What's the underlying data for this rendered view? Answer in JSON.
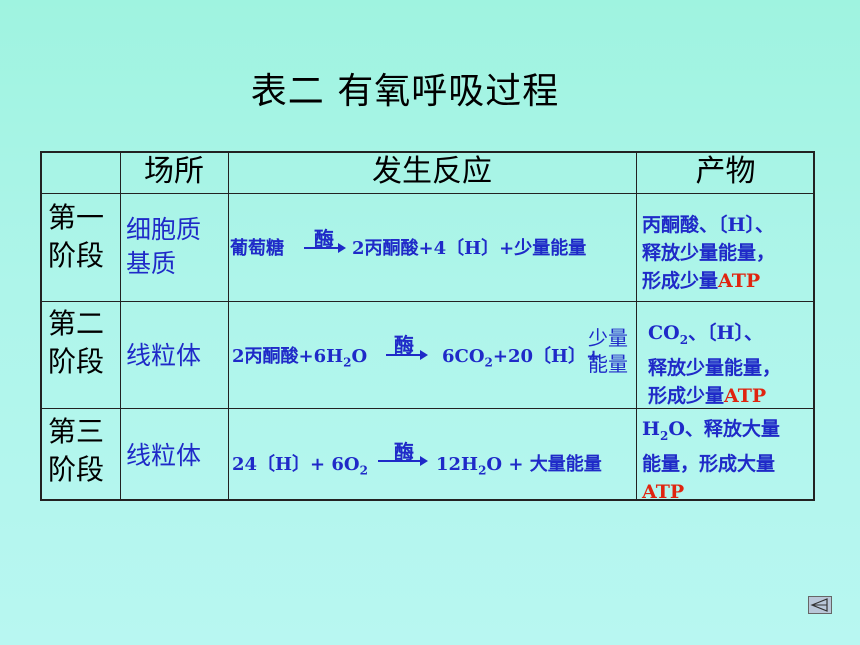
{
  "title": "表二  有氧呼吸过程",
  "headers": {
    "site": "场所",
    "reaction": "发生反应",
    "product": "产物"
  },
  "rows": [
    {
      "stage_line1": "第一",
      "stage_line2": "阶段",
      "site_line1": "细胞质",
      "site_line2": "基质",
      "r_left": "葡萄糖",
      "r_enzyme": "酶",
      "r_right": "2丙酮酸+4〔H〕+少量能量",
      "p_line1": "丙酮酸、〔H〕、",
      "p_line2": "释放少量能量，",
      "p_line3": "形成少量",
      "p_atp": "ATP"
    },
    {
      "stage_line1": "第二",
      "stage_line2": "阶段",
      "site": "线粒体",
      "r_left_a": "2丙酮酸+6H",
      "r_left_sub": "2",
      "r_left_b": "O",
      "r_enzyme": "酶",
      "r_right_a": "6CO",
      "r_right_sub": "2",
      "r_right_b": "+20〔H〕+",
      "r_energy1": "少量",
      "r_energy2": "能量",
      "p_line1_a": "CO",
      "p_line1_sub": "2",
      "p_line1_b": "、〔H〕、",
      "p_line2": "释放少量能量，",
      "p_line3": "形成少量",
      "p_atp": "ATP"
    },
    {
      "stage_line1": "第三",
      "stage_line2": "阶段",
      "site": "线粒体",
      "r_left_a": "24〔H〕+ 6O",
      "r_left_sub": "2",
      "r_enzyme": "酶",
      "r_right_a": "12H",
      "r_right_sub": "2",
      "r_right_b": "O  +  大量能量",
      "p_line1_a": "H",
      "p_line1_sub": "2",
      "p_line1_b": "O、释放大量",
      "p_line2": "能量，形成大量",
      "p_atp": "ATP"
    }
  ],
  "colors": {
    "text_blue": "#1f2ac8",
    "atp_red": "#e0240f"
  },
  "icons": {
    "nav": "back-arrow-icon"
  }
}
